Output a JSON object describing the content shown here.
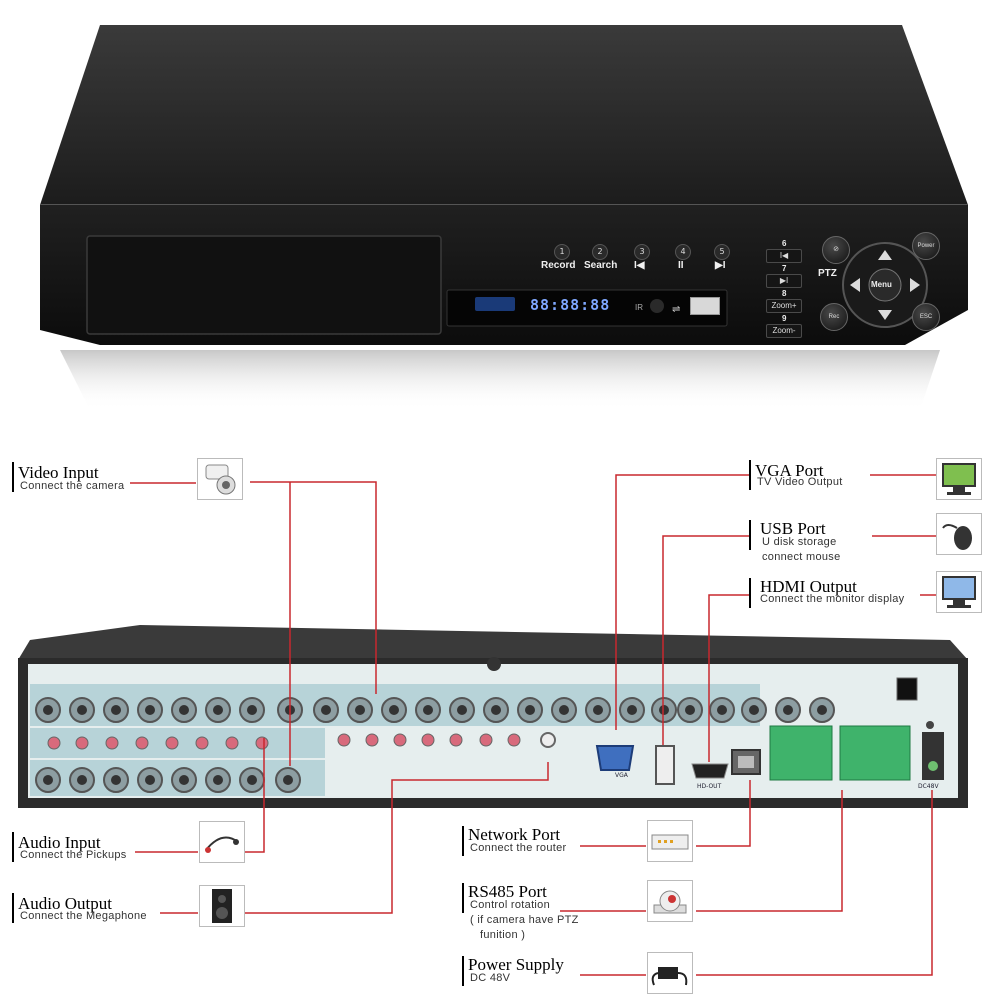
{
  "front_panel": {
    "buttons": [
      {
        "num": "1",
        "label": "Record"
      },
      {
        "num": "2",
        "label": "Search"
      },
      {
        "num": "3",
        "label": "I◀"
      },
      {
        "num": "4",
        "label": "II"
      },
      {
        "num": "5",
        "label": "▶I"
      }
    ],
    "keys": [
      {
        "num": "6",
        "label": "I◀"
      },
      {
        "num": "7",
        "label": "▶I"
      },
      {
        "num": "8",
        "label": "Zoom+"
      },
      {
        "num": "9",
        "label": "Zoom-"
      }
    ],
    "display": "88:88:88",
    "ir_label": "IR",
    "ptz_label": "PTZ",
    "dpad_center": "Menu",
    "power_label": "Power",
    "esc_label": "ESC",
    "rec_label": "Rec"
  },
  "callouts": {
    "video_input": {
      "title": "Video Input",
      "subtitle": "Connect the camera"
    },
    "audio_input": {
      "title": "Audio Input",
      "subtitle": "Connect the Pickups"
    },
    "audio_output": {
      "title": "Audio Output",
      "subtitle": "Connect the Megaphone"
    },
    "vga_port": {
      "title": "VGA Port",
      "subtitle": "TV Video Output"
    },
    "usb_port": {
      "title": "USB Port",
      "subtitle_1": "U disk storage",
      "subtitle_2": "connect mouse"
    },
    "hdmi_output": {
      "title": "HDMI Output",
      "subtitle": "Connect the monitor display"
    },
    "network_port": {
      "title": "Network Port",
      "subtitle": "Connect the router"
    },
    "rs485_port": {
      "title": "RS485 Port",
      "subtitle_1": "Control rotation",
      "subtitle_2": "( if camera have PTZ",
      "subtitle_3": "funition )"
    },
    "power_supply": {
      "title": "Power Supply",
      "subtitle": "DC 48V"
    }
  },
  "back_panel": {
    "vga_label": "VGA",
    "hdmi_label": "HD-OUT",
    "power_input_label": "DC48V"
  },
  "colors": {
    "leader_line": "#c8282e",
    "panel_bg": "#b7d3d8",
    "chassis": "#2b2b2b"
  }
}
